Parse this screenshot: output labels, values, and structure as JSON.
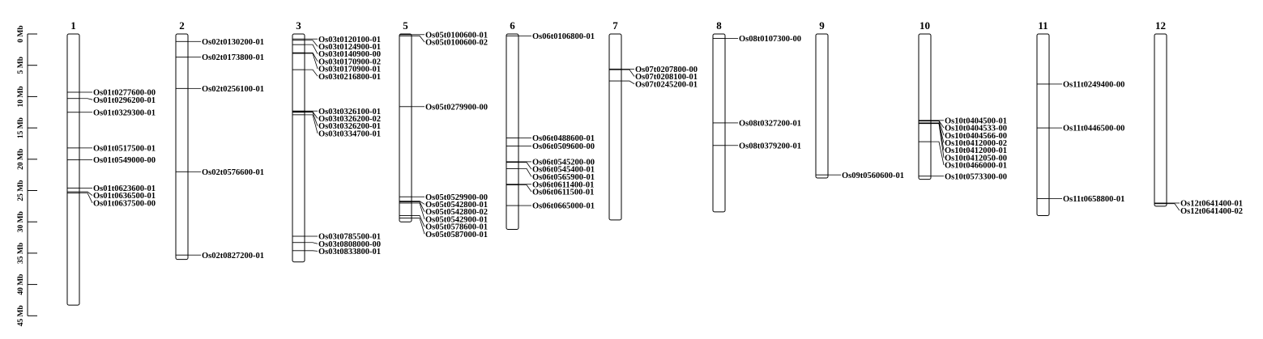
{
  "chart_data": {
    "type": "chromosome-map",
    "unit": "Mb",
    "scale": {
      "ticks": [
        0,
        5,
        10,
        15,
        20,
        25,
        30,
        35,
        40,
        45
      ],
      "labels": [
        "0 Mb",
        "5 Mb",
        "10 Mb",
        "15 Mb",
        "20 Mb",
        "25 Mb",
        "30 Mb",
        "35 Mb",
        "40 Mb",
        "45 Mb"
      ]
    },
    "chromosomes": [
      {
        "name": "1",
        "length": 43.3,
        "genes": [
          {
            "id": "Os01t0277600-00",
            "pos": 9.3
          },
          {
            "id": "Os01t0296200-01",
            "pos": 10.3
          },
          {
            "id": "Os01t0329300-01",
            "pos": 12.5
          },
          {
            "id": "Os01t0517500-01",
            "pos": 18.2
          },
          {
            "id": "Os01t0549000-00",
            "pos": 20.1
          },
          {
            "id": "Os01t0623600-01",
            "pos": 24.6
          },
          {
            "id": "Os01t0636500-01",
            "pos": 25.2
          },
          {
            "id": "Os01t0637500-00",
            "pos": 25.4
          }
        ]
      },
      {
        "name": "2",
        "length": 36.0,
        "genes": [
          {
            "id": "Os02t0130200-01",
            "pos": 1.2
          },
          {
            "id": "Os02t0173800-01",
            "pos": 3.7
          },
          {
            "id": "Os02t0256100-01",
            "pos": 8.7
          },
          {
            "id": "Os02t0576600-01",
            "pos": 22.0
          },
          {
            "id": "Os02t0827200-01",
            "pos": 35.3
          }
        ]
      },
      {
        "name": "3",
        "length": 36.4,
        "genes": [
          {
            "id": "Os03t0120100-01",
            "pos": 0.8
          },
          {
            "id": "Os03t0124900-01",
            "pos": 1.0
          },
          {
            "id": "Os03t0140900-00",
            "pos": 1.7
          },
          {
            "id": "Os03t0170900-02",
            "pos": 3.0
          },
          {
            "id": "Os03t0170900-01",
            "pos": 3.1
          },
          {
            "id": "Os03t0216800-01",
            "pos": 5.7
          },
          {
            "id": "Os03t0326100-01",
            "pos": 12.3
          },
          {
            "id": "Os03t0326200-02",
            "pos": 12.4
          },
          {
            "id": "Os03t0326200-01",
            "pos": 12.5
          },
          {
            "id": "Os03t0334700-01",
            "pos": 12.9
          },
          {
            "id": "Os03t0785500-01",
            "pos": 32.3
          },
          {
            "id": "Os03t0808000-00",
            "pos": 33.3
          },
          {
            "id": "Os03t0833800-01",
            "pos": 34.6
          }
        ]
      },
      {
        "name": "5",
        "length": 30.0,
        "genes": [
          {
            "id": "Os05t0100600-01",
            "pos": 0.1
          },
          {
            "id": "Os05t0100600-02",
            "pos": 0.3
          },
          {
            "id": "Os05t0279900-00",
            "pos": 11.6
          },
          {
            "id": "Os05t0529900-00",
            "pos": 26.0
          },
          {
            "id": "Os05t0542800-01",
            "pos": 26.7
          },
          {
            "id": "Os05t0542800-02",
            "pos": 26.8
          },
          {
            "id": "Os05t0542900-01",
            "pos": 27.0
          },
          {
            "id": "Os05t0578600-01",
            "pos": 29.0
          },
          {
            "id": "Os05t0587000-01",
            "pos": 29.4
          }
        ]
      },
      {
        "name": "6",
        "length": 31.2,
        "genes": [
          {
            "id": "Os06t0106800-01",
            "pos": 0.3
          },
          {
            "id": "Os06t0488600-01",
            "pos": 16.6
          },
          {
            "id": "Os06t0509600-00",
            "pos": 17.9
          },
          {
            "id": "Os06t0545200-00",
            "pos": 20.4
          },
          {
            "id": "Os06t0545400-01",
            "pos": 20.5
          },
          {
            "id": "Os06t0565900-01",
            "pos": 21.5
          },
          {
            "id": "Os06t0611400-01",
            "pos": 24.0
          },
          {
            "id": "Os06t0611500-01",
            "pos": 24.1
          },
          {
            "id": "Os06t0665000-01",
            "pos": 27.4
          }
        ]
      },
      {
        "name": "7",
        "length": 29.7,
        "genes": [
          {
            "id": "Os07t0207800-00",
            "pos": 5.6
          },
          {
            "id": "Os07t0208100-01",
            "pos": 5.7
          },
          {
            "id": "Os07t0245200-01",
            "pos": 7.5
          }
        ]
      },
      {
        "name": "8",
        "length": 28.4,
        "genes": [
          {
            "id": "Os08t0107300-00",
            "pos": 0.7
          },
          {
            "id": "Os08t0327200-01",
            "pos": 14.2
          },
          {
            "id": "Os08t0379200-01",
            "pos": 17.8
          }
        ]
      },
      {
        "name": "9",
        "length": 23.0,
        "genes": [
          {
            "id": "Os09t0560600-01",
            "pos": 22.5
          }
        ]
      },
      {
        "name": "10",
        "length": 23.2,
        "genes": [
          {
            "id": "Os10t0404500-01",
            "pos": 13.8
          },
          {
            "id": "Os10t0404533-00",
            "pos": 13.85
          },
          {
            "id": "Os10t0404566-00",
            "pos": 13.9
          },
          {
            "id": "Os10t0412000-02",
            "pos": 14.2
          },
          {
            "id": "Os10t0412000-01",
            "pos": 14.25
          },
          {
            "id": "Os10t0412050-00",
            "pos": 14.3
          },
          {
            "id": "Os10t0466000-01",
            "pos": 17.2
          },
          {
            "id": "Os10t0573300-00",
            "pos": 22.7
          }
        ]
      },
      {
        "name": "11",
        "length": 29.0,
        "genes": [
          {
            "id": "Os11t0249400-00",
            "pos": 8.0
          },
          {
            "id": "Os11t0446500-00",
            "pos": 15.0
          },
          {
            "id": "Os11t0658800-01",
            "pos": 26.3
          }
        ]
      },
      {
        "name": "12",
        "length": 27.5,
        "genes": [
          {
            "id": "Os12t0641400-01",
            "pos": 27.0
          },
          {
            "id": "Os12t0641400-02",
            "pos": 27.1
          }
        ]
      }
    ]
  }
}
